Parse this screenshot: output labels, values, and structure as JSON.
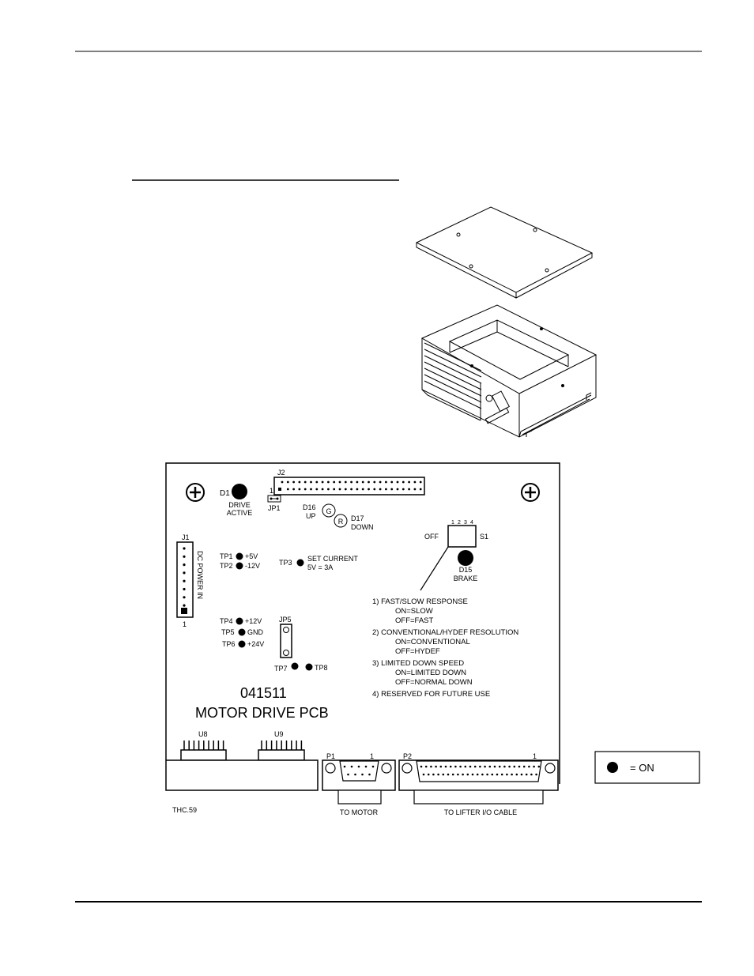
{
  "board": {
    "part_number": "041511",
    "title": "MOTOR DRIVE PCB",
    "figure_id": "THC.59"
  },
  "connectors": {
    "j1": "J1",
    "j1_pin": "1",
    "j1_label": "DC POWER IN",
    "j2": "J2",
    "j2_pin": "1",
    "p1": "P1",
    "p1_pin": "1",
    "p1_caption": "TO MOTOR",
    "p2": "P2",
    "p2_pin": "1",
    "p2_caption": "TO LIFTER I/O CABLE"
  },
  "leds": {
    "d1": "D1",
    "d1_line1": "DRIVE",
    "d1_line2": "ACTIVE",
    "d16": "D16",
    "d16_sub": "UP",
    "d16_glyph": "G",
    "d17": "D17",
    "d17_sub": "DOWN",
    "d17_glyph": "R",
    "d15": "D15",
    "d15_sub": "BRAKE"
  },
  "jumpers": {
    "jp1": "JP1",
    "jp5": "JP5"
  },
  "test_points": {
    "tp1": "TP1",
    "tp1_value": "+5V",
    "tp2": "TP2",
    "tp2_value": "-12V",
    "tp3": "TP3",
    "tp3_line1": "SET CURRENT",
    "tp3_line2": "5V = 3A",
    "tp4": "TP4",
    "tp4_value": "+12V",
    "tp5": "TP5",
    "tp5_value": "GND",
    "tp6": "TP6",
    "tp6_value": "+24V",
    "tp7": "TP7",
    "tp8": "TP8"
  },
  "ics": {
    "u8": "U8",
    "u9": "U9"
  },
  "switch": {
    "name": "S1",
    "off_label": "OFF",
    "positions": [
      "1",
      "2",
      "3",
      "4"
    ]
  },
  "notes": [
    {
      "heading": "1) FAST/SLOW RESPONSE",
      "on": "ON=SLOW",
      "off": "OFF=FAST"
    },
    {
      "heading": "2) CONVENTIONAL/HYDEF RESOLUTION",
      "on": "ON=CONVENTIONAL",
      "off": "OFF=HYDEF"
    },
    {
      "heading": "3) LIMITED DOWN SPEED",
      "on": "ON=LIMITED DOWN",
      "off": "OFF=NORMAL DOWN"
    },
    {
      "heading": "4) RESERVED FOR FUTURE USE"
    }
  ],
  "legend": {
    "label": "= ON"
  }
}
